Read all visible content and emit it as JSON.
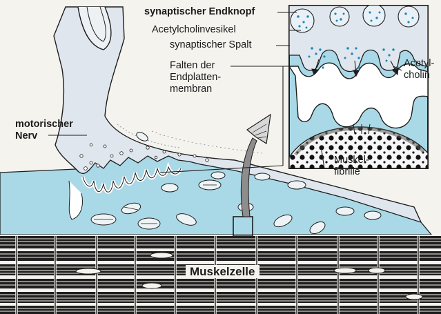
{
  "labels": {
    "synaptic_knob": "synaptischer Endknopf",
    "vesicle": "Acetylcholinvesikel",
    "cleft": "synaptischer Spalt",
    "folds": "Falten der\nEndplatten-\nmembran",
    "acetylcholine": "Acetyl-\ncholin",
    "motor_nerve": "motorischer\nNerv",
    "fibril": "Muskel-\nfibrille",
    "muscle_cell": "Muskelzelle"
  },
  "colors": {
    "tissue": "#a9d8e6",
    "nerve": "#dfe6ee",
    "line": "#1d1d1d",
    "vesicle_dot": "#1f86b8",
    "background": "#f4f3ee"
  }
}
